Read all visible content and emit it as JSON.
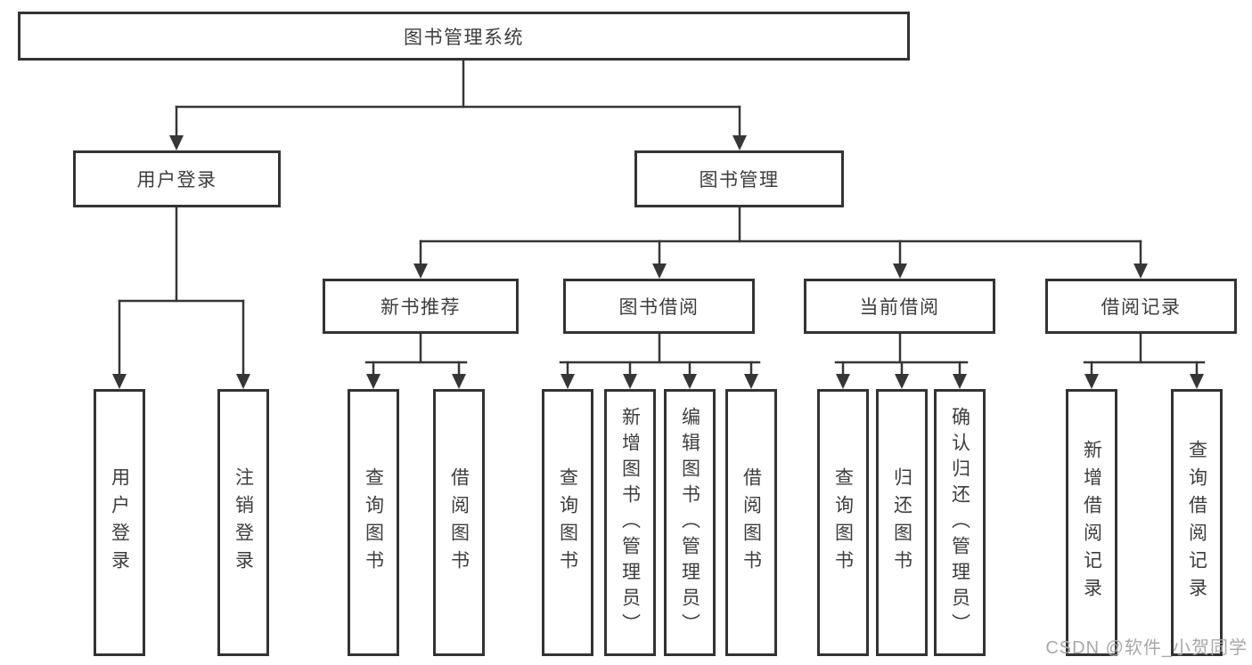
{
  "tree": {
    "label": "图书管理系统",
    "children": [
      {
        "label": "用户登录",
        "children": [
          {
            "label": "用户登录"
          },
          {
            "label": "注销登录"
          }
        ]
      },
      {
        "label": "图书管理",
        "children": [
          {
            "label": "新书推荐",
            "children": [
              {
                "label": "查询图书"
              },
              {
                "label": "借阅图书"
              }
            ]
          },
          {
            "label": "图书借阅",
            "children": [
              {
                "label": "查询图书"
              },
              {
                "label": "新增图书（管理员）"
              },
              {
                "label": "编辑图书（管理员）"
              },
              {
                "label": "借阅图书"
              }
            ]
          },
          {
            "label": "当前借阅",
            "children": [
              {
                "label": "查询图书"
              },
              {
                "label": "归还图书"
              },
              {
                "label": "确认归还（管理员）"
              }
            ]
          },
          {
            "label": "借阅记录",
            "children": [
              {
                "label": "新增借阅记录"
              },
              {
                "label": "查询借阅记录"
              }
            ]
          }
        ]
      }
    ]
  },
  "watermark": {
    "text": "CSDN @软件_小贺同学",
    "color": "#a8a8a8"
  },
  "colors": {
    "line": "#363636",
    "border": "#333333",
    "text": "#3d3d3d",
    "background": "#ffffff"
  }
}
